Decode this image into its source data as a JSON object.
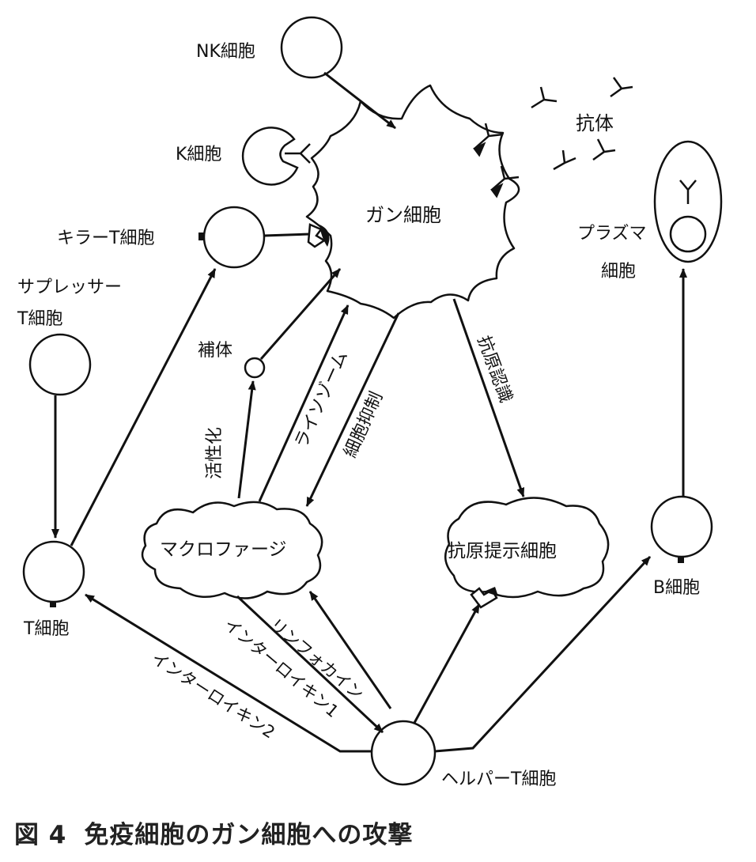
{
  "labels": {
    "nk_cell": "NK細胞",
    "k_cell": "K細胞",
    "antibody": "抗体",
    "cancer_cell": "ガン細胞",
    "killer_t_cell": "キラーT細胞",
    "plasma_cell_line1": "プラズマ",
    "plasma_cell_line2": "細胞",
    "suppressor_t_line1": "サプレッサー",
    "suppressor_t_line2": "T細胞",
    "complement": "補体",
    "activation": "活性化",
    "lysozyme": "ライソゾーム",
    "cell_inhibition": "細胞抑制",
    "antigen_recognition": "抗原認識",
    "macrophage": "マクロファージ",
    "antigen_presenting_cell": "抗原提示細胞",
    "b_cell": "B細胞",
    "t_cell": "T細胞",
    "lymphokine": "リンフォカイン",
    "interleukin1": "インターロイキン1",
    "interleukin2": "インターロイキン2",
    "helper_t_cell": "ヘルパーT細胞"
  },
  "caption": {
    "number": "図 4",
    "text": "免疫細胞のガン細胞への攻撃"
  }
}
